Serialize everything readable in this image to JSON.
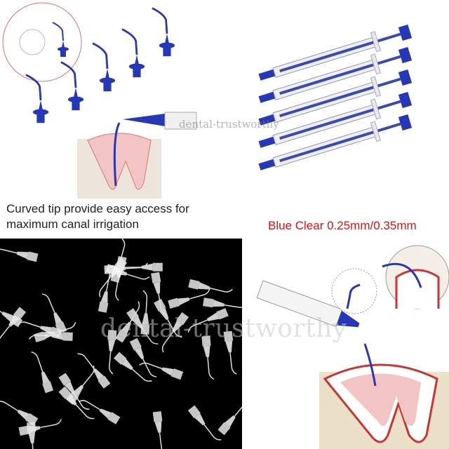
{
  "caption": {
    "line1": "Curved tip provide easy access for",
    "line2": "maximum canal irrigation"
  },
  "spec_label": "Blue Clear 0.25mm/0.35mm",
  "watermark": "dental-trustworthy",
  "colors": {
    "tip_blue": "#2637b8",
    "spec_red": "#e01010",
    "gum_pink": "#f2c4c4",
    "clear_tip": "#e8e8e8",
    "circle_outline": "#e07070"
  },
  "icons": [
    "curved-tip-icon",
    "syringe-icon",
    "tooth-icon",
    "magnifier-circle-icon"
  ]
}
